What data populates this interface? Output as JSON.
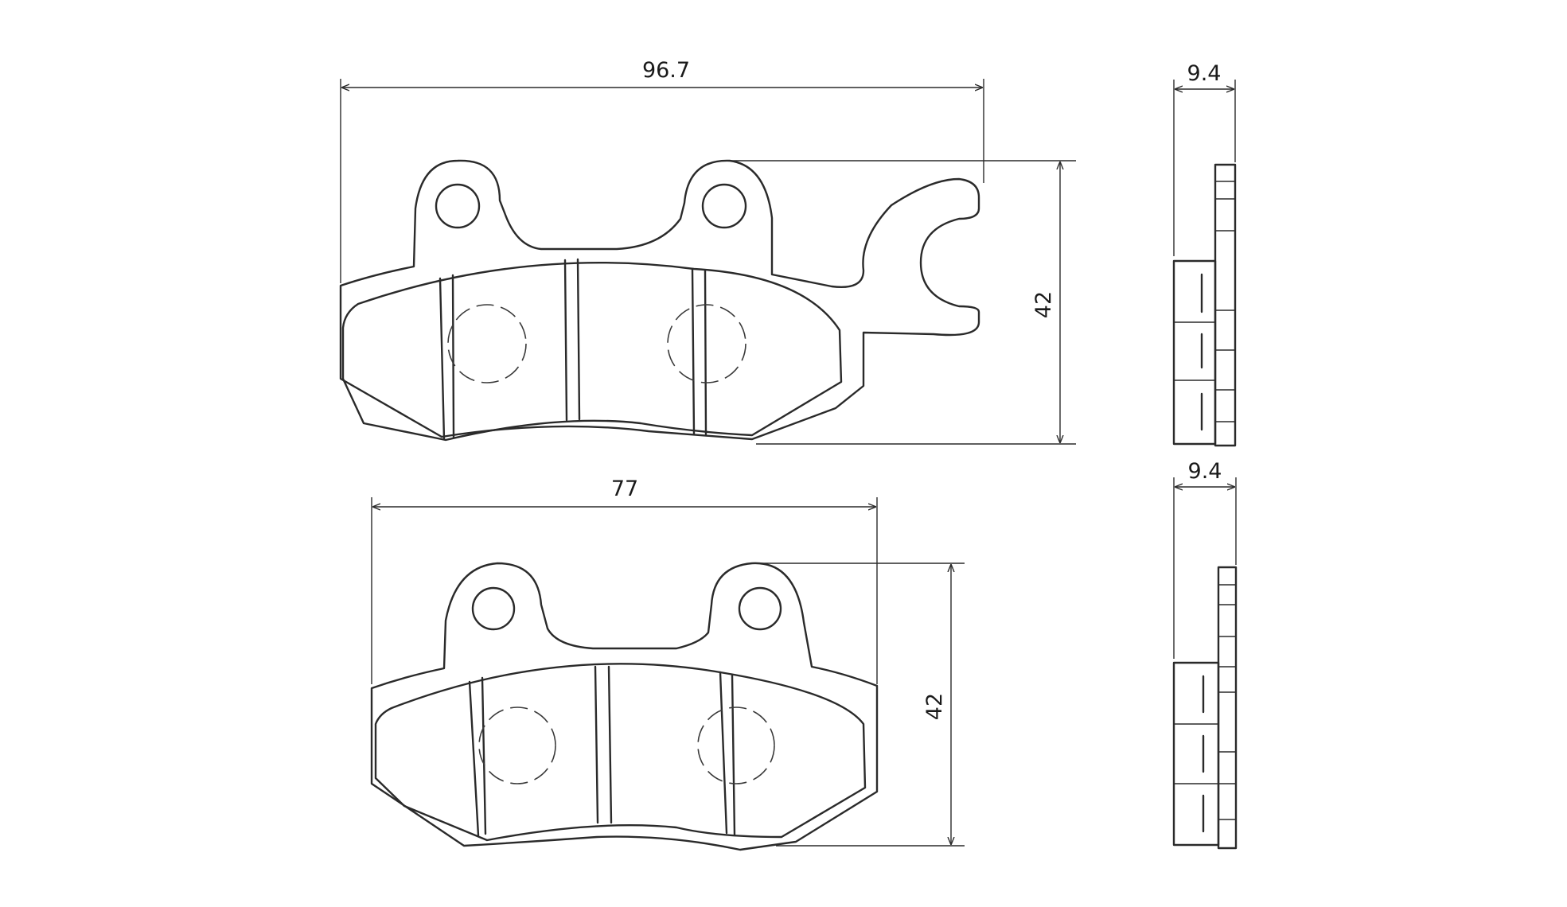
{
  "dimensions": {
    "top_pad_width": "96.7",
    "top_pad_height": "42",
    "top_side_thickness": "9.4",
    "bottom_pad_width": "77",
    "bottom_pad_height": "42",
    "bottom_side_thickness": "9.4"
  },
  "colors": {
    "line": "#2a2a2a",
    "background": "#ffffff"
  }
}
